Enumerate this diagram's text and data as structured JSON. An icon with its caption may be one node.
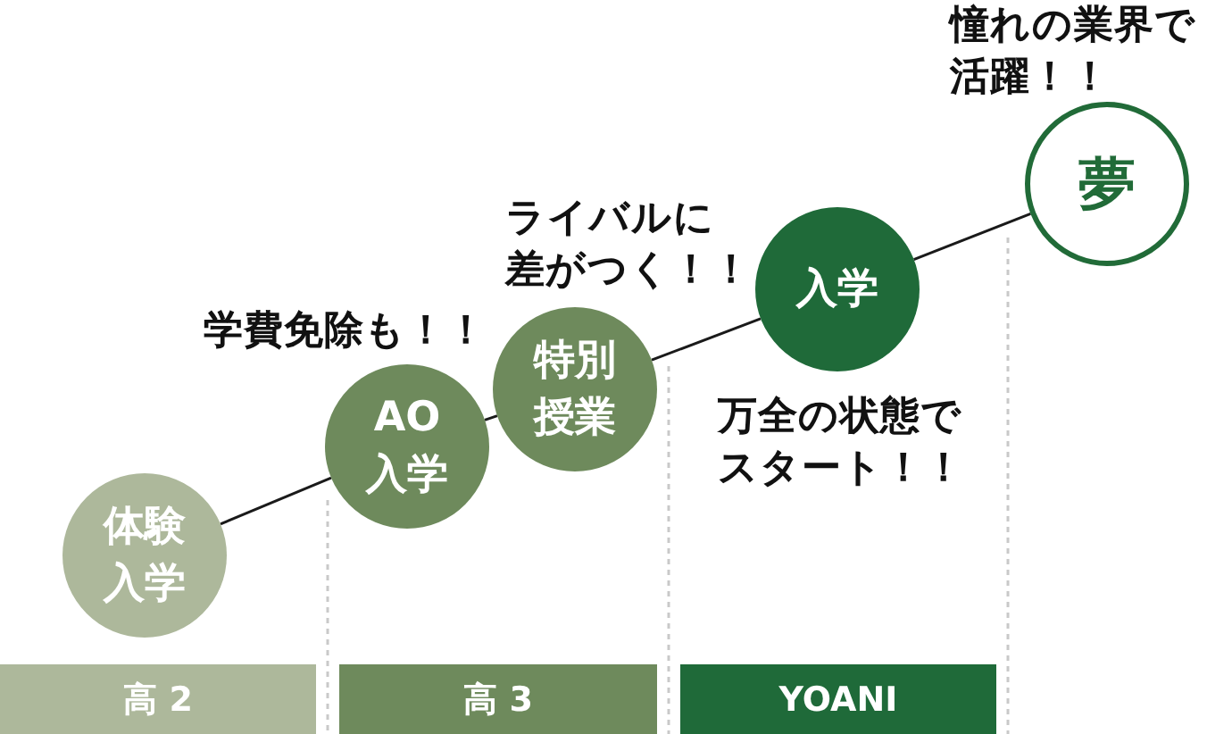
{
  "diagram": {
    "nodes": [
      {
        "text": [
          "体験入学"
        ]
      },
      {
        "text": [
          "AO入学"
        ],
        "beside": [
          "学費免除も！！"
        ]
      },
      {
        "text": [
          "特別授業"
        ],
        "beside": [
          "ライバルに差がつく！！"
        ]
      },
      {
        "text": [
          "入学"
        ],
        "beside": [
          "万全の状態でスタート！！"
        ]
      },
      {
        "text": [
          "夢"
        ],
        "beside": [
          "憧れの業界で活躍！！"
        ]
      },
      {
        "text": [
          "高 2"
        ]
      },
      {
        "text": [
          "高 3"
        ]
      },
      {
        "text": [
          "YOANI"
        ]
      }
    ],
    "edges": [
      {
        "from": 0,
        "to": 1,
        "arrow": "none"
      },
      {
        "from": 1,
        "to": 2,
        "arrow": "none"
      },
      {
        "from": 2,
        "to": 3,
        "arrow": "none"
      },
      {
        "from": 3,
        "to": 4,
        "arrow": "none"
      }
    ]
  }
}
